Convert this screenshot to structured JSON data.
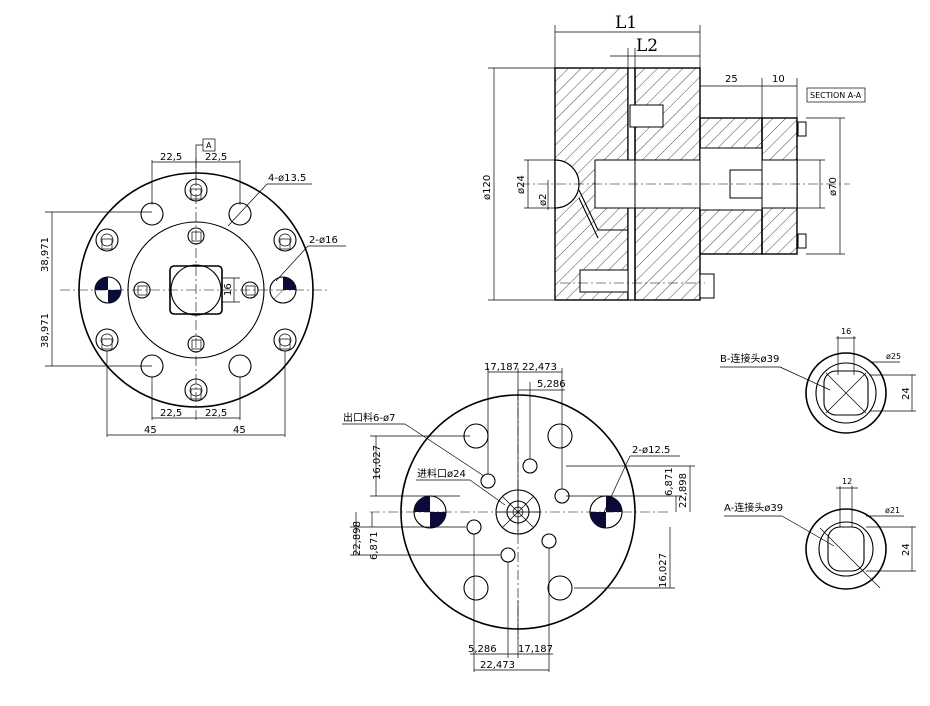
{
  "front_view": {
    "dim_22_5_top_left": "22,5",
    "dim_22_5_top_right": "22,5",
    "section_marker": "A",
    "holes_callout": "4-ø13.5",
    "pins_callout": "2-ø16",
    "dim_38_971_upper": "38,971",
    "dim_38_971_lower": "38,971",
    "dim_16": "16",
    "dim_22_5_bottom_left": "22,5",
    "dim_22_5_bottom_right": "22,5",
    "dim_45_left": "45",
    "dim_45_right": "45"
  },
  "section_view": {
    "label_l1": "L1",
    "label_l2": "L2",
    "dim_25": "25",
    "dim_10": "10",
    "section_title": "SECTION A-A",
    "dia_120": "ø120",
    "dia_24": "ø24",
    "dia_2": "ø2",
    "dia_70": "ø70"
  },
  "die_face_view": {
    "dim_17_187_top": "17,187",
    "dim_22_473_top": "22,473",
    "dim_5_286_top": "5,286",
    "outlet_callout": "出口料6-ø7",
    "pins_callout": "2-ø12.5",
    "dim_16_027_left": "16,027",
    "inlet_callout": "进料口ø24",
    "dim_6_871_right": "6,871",
    "dim_22_898_right": "22,898",
    "dim_22_898_left": "22,898",
    "dim_6_871_left": "6,871",
    "dim_16_027_right": "16,027",
    "dim_5_286_bottom": "5,286",
    "dim_17_187_bottom": "17,187",
    "dim_22_473_bottom": "22,473"
  },
  "connector_b": {
    "callout": "B-连接头ø39",
    "dim_16": "16",
    "dia_25": "ø25",
    "dim_24": "24"
  },
  "connector_a": {
    "callout": "A-连接头ø39",
    "dim_12": "12",
    "dia_21": "ø21",
    "dim_24": "24"
  }
}
